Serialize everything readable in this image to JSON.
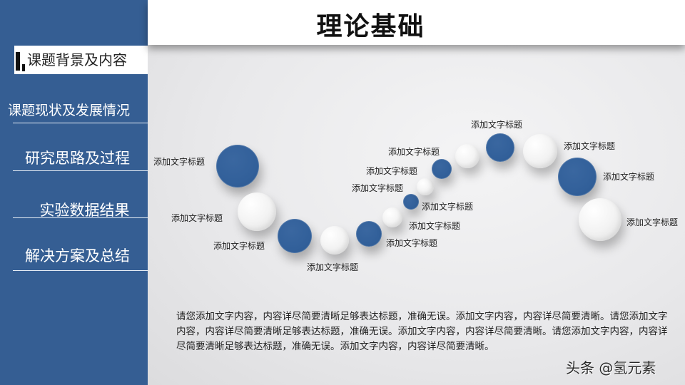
{
  "header": {
    "title": "理论基础"
  },
  "sidebar": {
    "items": [
      {
        "label": "课题背景及内容",
        "active": true
      },
      {
        "label": "课题现状及发展情况",
        "active": false
      },
      {
        "label": "研究思路及过程",
        "active": false
      },
      {
        "label": "实验数据结果",
        "active": false
      },
      {
        "label": "解决方案及总结",
        "active": false
      }
    ]
  },
  "colors": {
    "sidebar": "#355e93",
    "accent_blue": "#32609a",
    "white_circle": "#f3f3f3"
  },
  "diagram": {
    "labels": [
      "添加文字标题",
      "添加文字标题",
      "添加文字标题",
      "添加文字标题",
      "添加文字标题",
      "添加文字标题",
      "添加文字标题",
      "添加文字标题",
      "添加文字标题",
      "添加文字标题",
      "添加文字标题",
      "添加文字标题",
      "添加文字标题",
      "添加文字标题"
    ]
  },
  "body": {
    "text": "请您添加文字内容，内容详尽简要清晰足够表达标题，准确无误。添加文字内容，内容详尽简要清晰。请您添加文字内容，内容详尽简要清晰足够表达标题，准确无误。添加文字内容，内容详尽简要清晰。请您添加文字内容，内容详尽简要清晰足够表达标题，准确无误。添加文字内容，内容详尽简要清晰。"
  },
  "watermark": {
    "text": "头条 @氢元素"
  }
}
